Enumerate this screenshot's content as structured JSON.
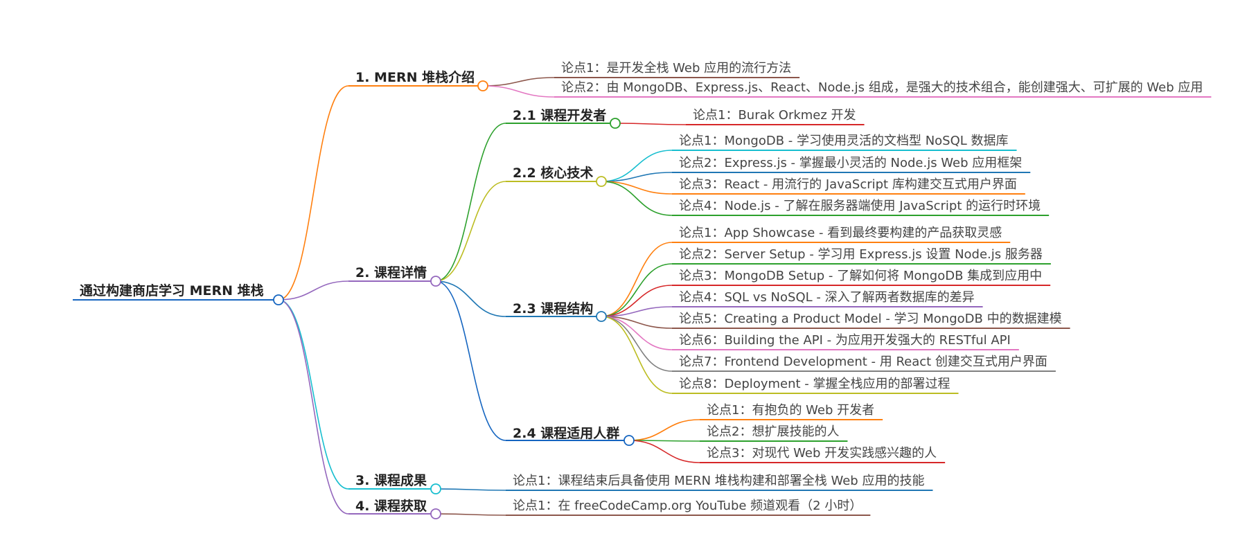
{
  "root": {
    "label": "通过构建商店学习 MERN 堆栈",
    "color": "#1565c0"
  },
  "branches": [
    {
      "label": "1. MERN 堆栈介绍",
      "color": "#ff7f0e",
      "leaves": [
        {
          "label": "论点1：是开发全栈 Web 应用的流行方法",
          "color": "#8c564b"
        },
        {
          "label": "论点2：由 MongoDB、Express.js、React、Node.js 组成，是强大的技术组合，能创建强大、可扩展的 Web 应用",
          "color": "#e377c2"
        }
      ]
    },
    {
      "label": "2. 课程详情",
      "color": "#9467bd",
      "subs": [
        {
          "label": "2.1 课程开发者",
          "color": "#2ca02c",
          "leaves": [
            {
              "label": "论点1：Burak Orkmez 开发",
              "color": "#d62728"
            }
          ]
        },
        {
          "label": "2.2 核心技术",
          "color": "#bcbd22",
          "leaves": [
            {
              "label": "论点1：MongoDB - 学习使用灵活的文档型 NoSQL 数据库",
              "color": "#17becf"
            },
            {
              "label": "论点2：Express.js - 掌握最小灵活的 Node.js Web 应用框架",
              "color": "#1f77b4"
            },
            {
              "label": "论点3：React - 用流行的 JavaScript 库构建交互式用户界面",
              "color": "#ff7f0e"
            },
            {
              "label": "论点4：Node.js - 了解在服务器端使用 JavaScript 的运行时环境",
              "color": "#2ca02c"
            }
          ]
        },
        {
          "label": "2.3 课程结构",
          "color": "#1f77b4",
          "leaves": [
            {
              "label": "论点1：App Showcase - 看到最终要构建的产品获取灵感",
              "color": "#ff7f0e"
            },
            {
              "label": "论点2：Server Setup - 学习用 Express.js 设置 Node.js 服务器",
              "color": "#2ca02c"
            },
            {
              "label": "论点3：MongoDB Setup - 了解如何将 MongoDB 集成到应用中",
              "color": "#d62728"
            },
            {
              "label": "论点4：SQL vs NoSQL - 深入了解两者数据库的差异",
              "color": "#9467bd"
            },
            {
              "label": "论点5：Creating a Product Model - 学习 MongoDB 中的数据建模",
              "color": "#8c564b"
            },
            {
              "label": "论点6：Building the API - 为应用开发强大的 RESTful API",
              "color": "#e377c2"
            },
            {
              "label": "论点7：Frontend Development - 用 React 创建交互式用户界面",
              "color": "#7f7f7f"
            },
            {
              "label": "论点8：Deployment - 掌握全栈应用的部署过程",
              "color": "#bcbd22"
            }
          ]
        },
        {
          "label": "2.4 课程适用人群",
          "color": "#1565c0",
          "leaves": [
            {
              "label": "论点1：有抱负的 Web 开发者",
              "color": "#ff7f0e"
            },
            {
              "label": "论点2：想扩展技能的人",
              "color": "#2ca02c"
            },
            {
              "label": "论点3：对现代 Web 开发实践感兴趣的人",
              "color": "#d62728"
            }
          ]
        }
      ]
    },
    {
      "label": "3. 课程成果",
      "color": "#17becf",
      "leaves": [
        {
          "label": "论点1：课程结束后具备使用 MERN 堆栈构建和部署全栈 Web 应用的技能",
          "color": "#1f77b4"
        }
      ]
    },
    {
      "label": "4. 课程获取",
      "color": "#9467bd",
      "leaves": [
        {
          "label": "论点1：在 freeCodeCamp.org YouTube 频道观看（2 小时）",
          "color": "#8c564b"
        }
      ]
    }
  ]
}
